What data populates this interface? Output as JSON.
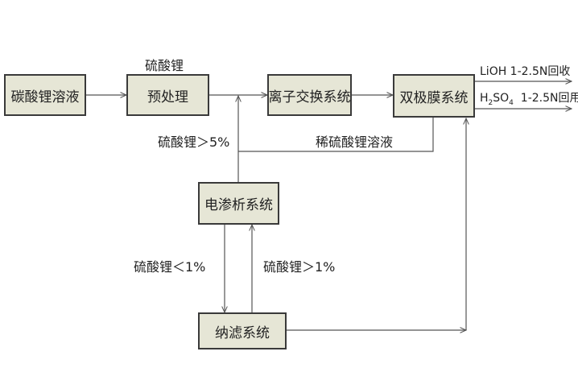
{
  "nodes": {
    "lithium_carbonate_solution": "碳酸锂溶液",
    "pretreatment": "预处理",
    "ion_exchange": "离子交换系统",
    "bipolar_membrane": "双极膜系统",
    "electrodialysis": "电渗析系统",
    "nanofiltration": "纳滤系统"
  },
  "labels": {
    "pretreatment_input": "硫酸锂",
    "gt_5": "硫酸锂＞5%",
    "dilute_solution": "稀硫酸锂溶液",
    "lt_1": "硫酸锂＜1%",
    "gt_1": "硫酸锂＞1%",
    "lioh_output": "LiOH  1-2.5N回收",
    "h2so4_prefix": "H",
    "h2so4_sub1": "2",
    "h2so4_mid": "SO",
    "h2so4_sub2": "4",
    "h2so4_suffix": "  1-2.5N回用"
  },
  "colors": {
    "box_fill": "#e6e6d6",
    "line": "#555555"
  }
}
